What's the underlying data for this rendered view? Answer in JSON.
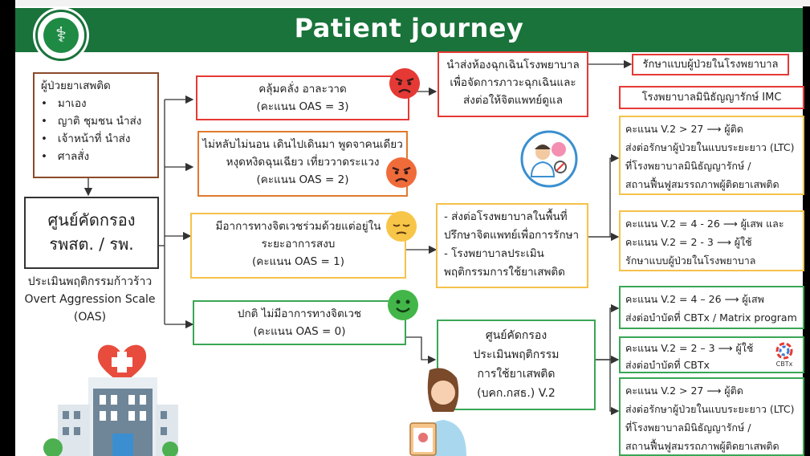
{
  "title": "Patient journey",
  "intake": {
    "heading": "ผู้ป่วยยาเสพติด",
    "items": [
      "มาเอง",
      "ญาติ ชุมชน นำส่ง",
      "เจ้าหน้าที่ นำส่ง",
      "ศาลสั่ง"
    ]
  },
  "screening_center": {
    "line1": "ศูนย์คัดกรอง",
    "line2": "รพสต. / รพ."
  },
  "assessment": {
    "line1": "ประเมินพฤติกรรมก้าวร้าว",
    "line2": "Overt Aggression Scale",
    "line3": "(OAS)"
  },
  "oas3": {
    "line1": "คลุ้มคลั่ง อาละวาด",
    "line2": "(คะแนน OAS = 3)"
  },
  "oas2": {
    "line1": "ไม่หลับไม่นอน เดินไปเดินมา พูดจาคนเดียว",
    "line2": "หงุดหงิดฉุนเฉียว เที่ยววาดระแวง",
    "line3": "(คะแนน OAS = 2)"
  },
  "oas1": {
    "line1": "มีอาการทางจิตเวชร่วมด้วยแต่อยู่ใน",
    "line2": "ระยะอาการสงบ",
    "line3": "(คะแนน OAS = 1)"
  },
  "oas0": {
    "line1": "ปกติ ไม่มีอาการทางจิตเวช",
    "line2": "(คะแนน OAS = 0)"
  },
  "emergency": {
    "line1": "นำส่งห้องฉุกเฉินโรงพยาบาล",
    "line2": "เพื่อจัดการภาวะฉุกเฉินและ",
    "line3": "ส่งต่อให้จิตแพทย์ดูแล"
  },
  "refer_local": {
    "line1": "- ส่งต่อโรงพยาบาลในพื้นที่",
    "line2": "ปรึกษาจิตแพทย์เพื่อการรักษา",
    "line3": "- โรงพยาบาลประเมิน",
    "line4": "พฤติกรรมการใช้ยาเสพติด"
  },
  "screening_v2": {
    "line1": "ศูนย์คัดกรอง",
    "line2": "ประเมินพฤติกรรม",
    "line3": "การใช้ยาเสพติด",
    "line4": "(บคก.กสธ.) V.2"
  },
  "inpatient": "รักษาแบบผู้ป่วยในโรงพยาบาล",
  "imc": "โรงพยาบาลมินิธัญญารักษ์ IMC",
  "r1": {
    "line1": "คะแนน V.2 > 27 ⟶ ผู้ติด",
    "line2": "ส่งต่อรักษาผู้ป่วยในแบบระยะยาว (LTC)",
    "line3": "ที่โรงพยาบาลมินิธัญญารักษ์ /",
    "line4": "สถานฟื้นฟูสมรรถภาพผู้ติดยาเสพติด"
  },
  "r2": {
    "line1": "คะแนน V.2 = 4 - 26 ⟶ ผู้เสพ  และ",
    "line2": "คะแนน V.2 = 2 - 3   ⟶ ผู้ใช้",
    "line3": "รักษาแบบผู้ป่วยในโรงพยาบาล"
  },
  "r3": {
    "line1": "คะแนน V.2 = 4 – 26 ⟶ ผู้เสพ",
    "line2": "ส่งต่อบำบัดที่ CBTx / Matrix program"
  },
  "r4": {
    "line1": "คะแนน V.2 = 2 – 3 ⟶ ผู้ใช้",
    "line2": "ส่งต่อบำบัดที่ CBTx",
    "badge": "CBTx"
  },
  "r5": {
    "line1": "คะแนน V.2 > 27 ⟶ ผู้ติด",
    "line2": "ส่งต่อรักษาผู้ป่วยในแบบระยะยาว (LTC)",
    "line3": "ที่โรงพยาบาลมินิธัญญารักษ์ /",
    "line4": "สถานฟื้นฟูสมรรถภาพผู้ติดยาเสพติด"
  },
  "colors": {
    "header": "#19733a",
    "red": "#e53935",
    "orange": "#e0792d",
    "yellow": "#f5c24a",
    "green": "#3aa655",
    "brown": "#8b4a2b"
  }
}
